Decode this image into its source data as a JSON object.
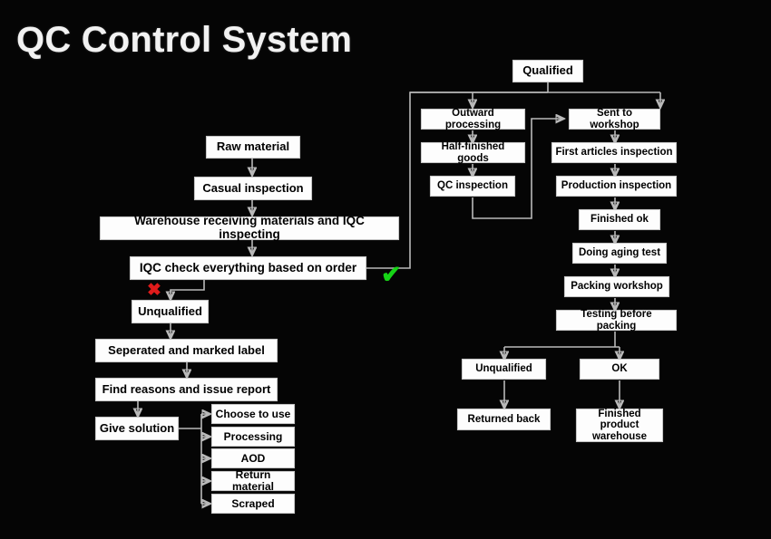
{
  "page": {
    "title": "QC Control System",
    "background_color": "#000000",
    "node_fill": "#fdfdfd",
    "node_text_color": "#000000",
    "connector_color": "#b9b9b9"
  },
  "marks": {
    "reject": {
      "name": "red-x-mark",
      "glyph": "✖",
      "color": "#e01b1b"
    },
    "accept": {
      "name": "green-check-mark",
      "glyph": "✔",
      "color": "#16d416"
    }
  },
  "nodes": {
    "raw_material": "Raw material",
    "casual_inspection": "Casual inspection",
    "warehouse_receiving": "Warehouse receiving materials and IQC inspecting",
    "iqc_check": "IQC check everything based on order",
    "unqualified_left": "Unqualified",
    "seperated_marked": "Seperated and marked label",
    "find_reasons": "Find reasons and issue report",
    "give_solution": "Give solution",
    "choose_to_use": "Choose to use",
    "processing": "Processing",
    "aod": "AOD",
    "return_material": "Return material",
    "scraped": "Scraped",
    "qualified": "Qualified",
    "outward_processing": "Outward processing",
    "half_finished_goods": "Half-finished goods",
    "qc_inspection": "QC inspection",
    "sent_to_workshop": "Sent to workshop",
    "first_articles_inspection": "First articles inspection",
    "production_inspection": "Production inspection",
    "finished_ok": "Finished ok",
    "doing_aging_test": "Doing aging test",
    "packing_workshop": "Packing workshop",
    "testing_before_packing": "Testing before packing",
    "unqualified_right": "Unqualified",
    "ok": "OK",
    "returned_back": "Returned back",
    "finished_product_warehouse_line1": "Finished product",
    "finished_product_warehouse_line2": "warehouse"
  }
}
